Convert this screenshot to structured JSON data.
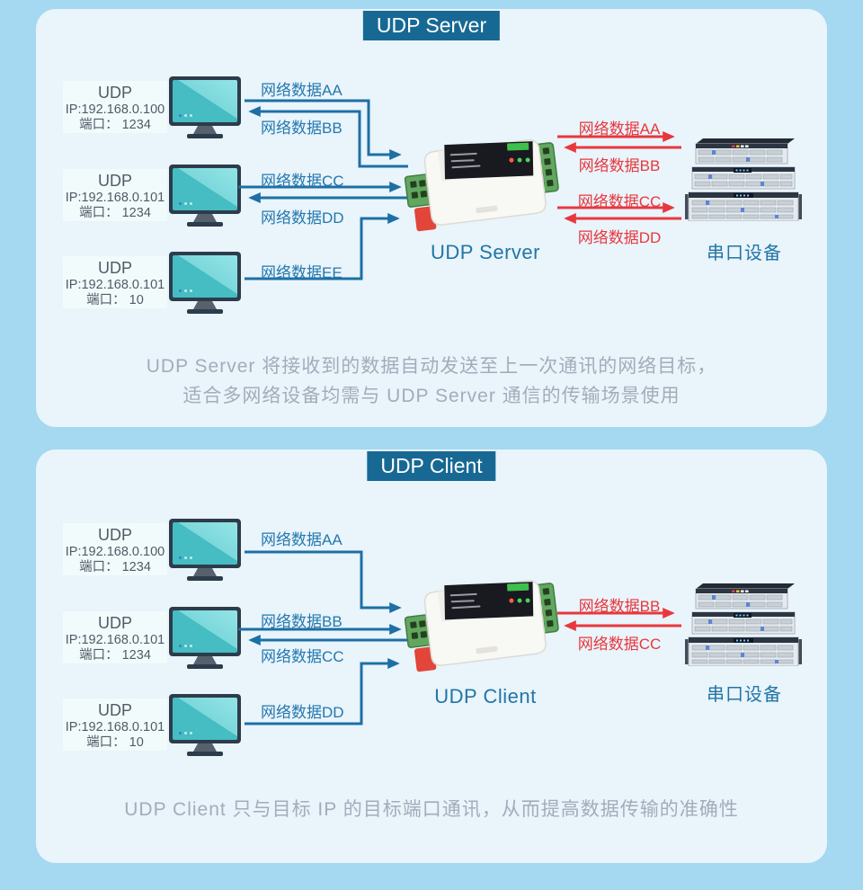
{
  "colors": {
    "background": "#a5d8f1",
    "panel": "#e9f4fb",
    "badge_bg": "#176994",
    "badge_text": "#ffffff",
    "net_arrow_blue": "#1d6fa5",
    "serial_arrow_red": "#e8383d",
    "device_label_text": "#2176a5",
    "caption_text": "#a2adbb"
  },
  "icons": {
    "monitor": "monitor-icon",
    "serial_server": "serial-server-icon",
    "rack_server": "rack-server-icon"
  },
  "panels": [
    {
      "badge": "UDP Server",
      "device_label": "UDP Server",
      "serial_device_label": "串口设备",
      "hosts": [
        {
          "proto": "UDP",
          "ip": "IP:192.168.0.100",
          "port": "端口： 1234"
        },
        {
          "proto": "UDP",
          "ip": "IP:192.168.0.101",
          "port": "端口： 1234"
        },
        {
          "proto": "UDP",
          "ip": "IP:192.168.0.101",
          "port": "端口： 10"
        }
      ],
      "net_labels": [
        "网络数据AA",
        "网络数据BB",
        "网络数据CC",
        "网络数据DD",
        "网络数据EE"
      ],
      "serial_labels": [
        "网络数据AA",
        "网络数据BB",
        "网络数据CC",
        "网络数据DD"
      ],
      "caption_lines": [
        "UDP Server 将接收到的数据自动发送至上一次通讯的网络目标，",
        "适合多网络设备均需与 UDP Server 通信的传输场景使用"
      ]
    },
    {
      "badge": "UDP Client",
      "device_label": "UDP Client",
      "serial_device_label": "串口设备",
      "hosts": [
        {
          "proto": "UDP",
          "ip": "IP:192.168.0.100",
          "port": "端口： 1234"
        },
        {
          "proto": "UDP",
          "ip": "IP:192.168.0.101",
          "port": "端口： 1234"
        },
        {
          "proto": "UDP",
          "ip": "IP:192.168.0.101",
          "port": "端口： 10"
        }
      ],
      "net_labels": [
        "网络数据AA",
        "网络数据BB",
        "网络数据CC",
        "网络数据DD"
      ],
      "serial_labels": [
        "网络数据BB",
        "网络数据CC"
      ],
      "caption_lines": [
        "UDP Client 只与目标 IP 的目标端口通讯，从而提高数据传输的准确性"
      ]
    }
  ]
}
